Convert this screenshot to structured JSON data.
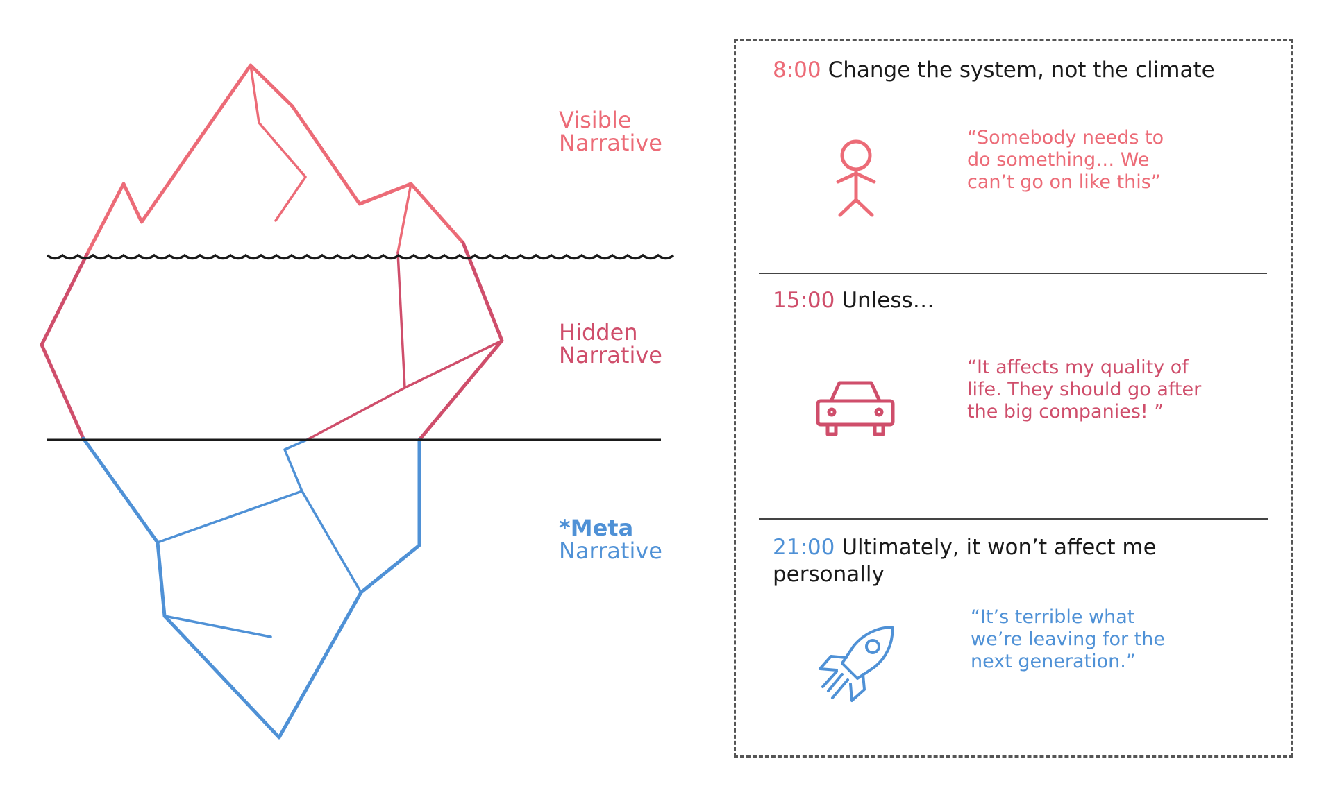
{
  "colors": {
    "visible": "#ec6b77",
    "hidden": "#cf4e6b",
    "meta": "#4f91d6",
    "text": "#1a1a1a",
    "waterline": "#1a1a1a"
  },
  "layers": {
    "visible": {
      "line1": "Visible",
      "line2": "Narrative"
    },
    "hidden": {
      "line1": "Hidden",
      "line2": "Narrative"
    },
    "meta": {
      "line1": "*Meta",
      "line2": "Narrative"
    }
  },
  "timeline": [
    {
      "time": "8:00",
      "heading": "Change the system, not the climate",
      "quote": "“Somebody needs to\ndo something… We\ncan’t go on like this”",
      "icon": "stick-figure-icon",
      "color": "#ec6b77"
    },
    {
      "time": "15:00",
      "heading": "Unless…",
      "quote": "“It affects my quality of\nlife. They should go after\nthe big companies! ”",
      "icon": "car-icon",
      "color": "#cf4e6b"
    },
    {
      "time": "21:00",
      "heading": "Ultimately, it won’t affect me\npersonally",
      "quote": "“It’s terrible what\nwe’re leaving for the\nnext generation.”",
      "icon": "rocket-icon",
      "color": "#4f91d6"
    }
  ]
}
